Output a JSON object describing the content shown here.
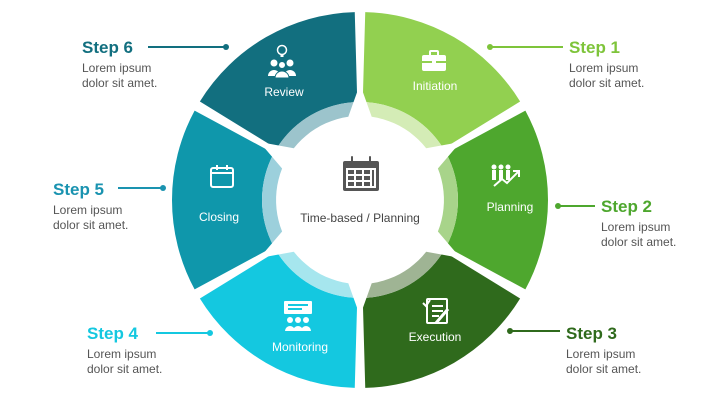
{
  "center": {
    "label": "Time-based / Planning",
    "icon": "calendar-icon"
  },
  "segments": [
    {
      "label": "Initiation",
      "icon": "briefcase-icon",
      "color": "#92d050"
    },
    {
      "label": "Planning",
      "icon": "team-growth-icon",
      "color": "#4ea72e"
    },
    {
      "label": "Execution",
      "icon": "checklist-icon",
      "color": "#2f6a1c"
    },
    {
      "label": "Monitoring",
      "icon": "presentation-icon",
      "color": "#14c8e0"
    },
    {
      "label": "Closing",
      "icon": "calendar-check-icon",
      "color": "#0f97ab"
    },
    {
      "label": "Review",
      "icon": "idea-team-icon",
      "color": "#126f7f"
    }
  ],
  "steps": [
    {
      "title": "Step 1",
      "desc": "Lorem ipsum\ndolor sit amet.",
      "color": "#7ec43a"
    },
    {
      "title": "Step 2",
      "desc": "Lorem ipsum\ndolor sit amet.",
      "color": "#4ea72e"
    },
    {
      "title": "Step 3",
      "desc": "Lorem ipsum\ndolor sit amet.",
      "color": "#2f6a1c"
    },
    {
      "title": "Step 4",
      "desc": "Lorem ipsum\ndolor sit amet.",
      "color": "#14c8e0"
    },
    {
      "title": "Step 5",
      "desc": "Lorem ipsum\ndolor sit amet.",
      "color": "#1a93b0"
    },
    {
      "title": "Step 6",
      "desc": "Lorem ipsum\ndolor sit amet.",
      "color": "#126f7f"
    }
  ]
}
